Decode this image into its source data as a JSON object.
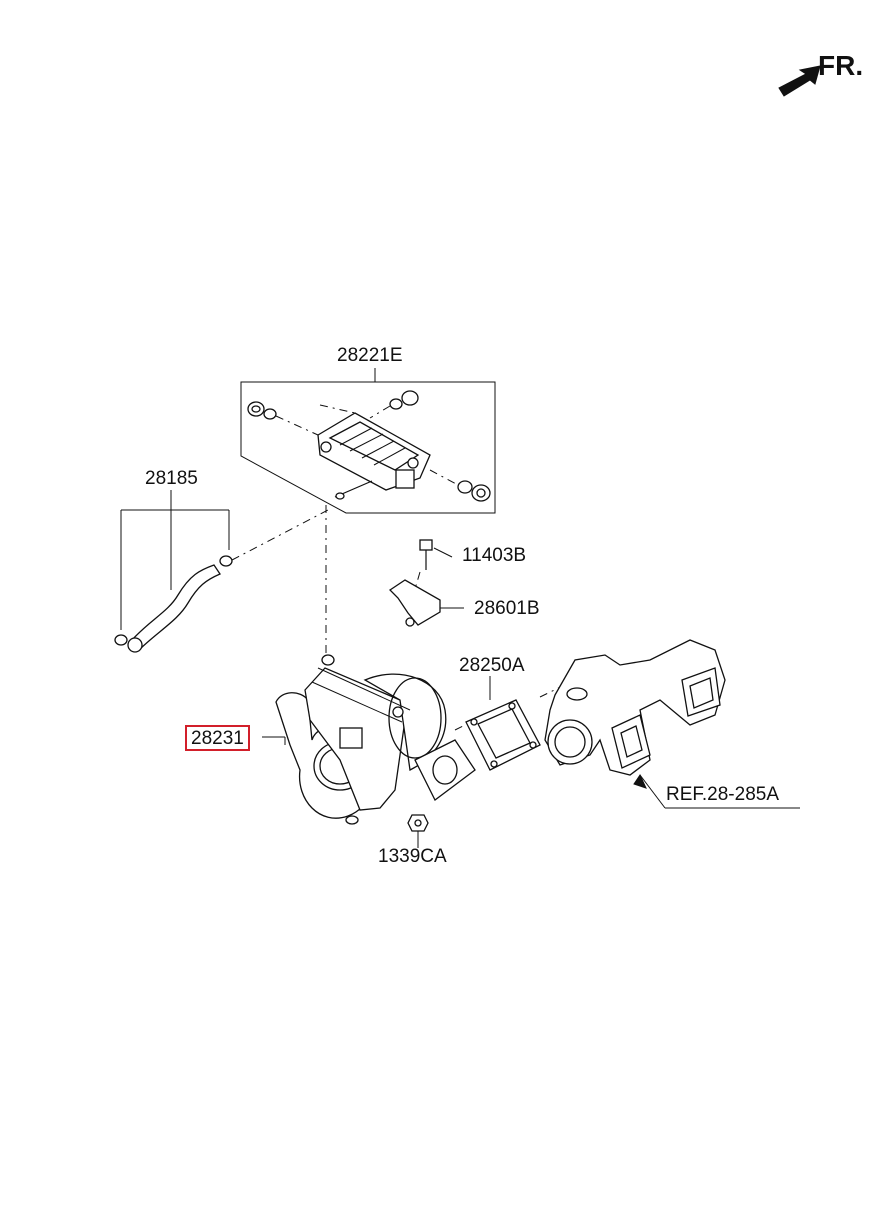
{
  "direction_marker": {
    "label": "FR.",
    "icon": "front-direction-arrow-icon"
  },
  "callouts": {
    "oil_feed_kit": "28221E",
    "oil_return_hose": "28185",
    "bolt": "11403B",
    "bracket": "28601B",
    "gasket": "28250A",
    "turbocharger": "28231",
    "exhaust_manifold_ref": "REF.28-285A",
    "nut": "1339CA"
  },
  "highlighted_part": "28231",
  "colors": {
    "line": "#111111",
    "highlight_border": "#d21f2a",
    "background": "#ffffff"
  }
}
